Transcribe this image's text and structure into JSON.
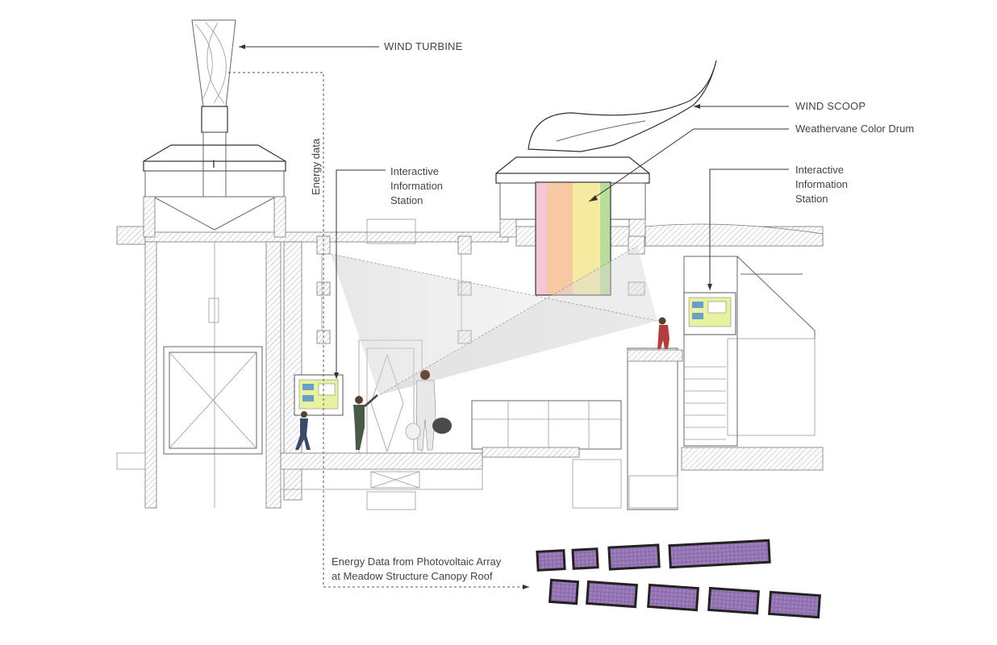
{
  "labels": {
    "wind_turbine": "WIND TURBINE",
    "wind_scoop": "WIND SCOOP",
    "color_drum": "Weathervane Color Drum",
    "station_left": [
      "Interactive",
      "Information",
      "Station"
    ],
    "station_right": [
      "Interactive",
      "Information",
      "Station"
    ],
    "energy_data": "Energy data",
    "pv_caption": [
      "Energy Data from Photovoltaic Array",
      "at Meadow Structure Canopy Roof"
    ]
  },
  "colors": {
    "drum_bands": [
      "#f3c6d8",
      "#f7c9a2",
      "#f6e9a0",
      "#f1f3a6",
      "#b9dc9a"
    ],
    "screen": "#e8f1a0",
    "solar_panel": "#8a68a8",
    "solar_frame": "#222222"
  }
}
